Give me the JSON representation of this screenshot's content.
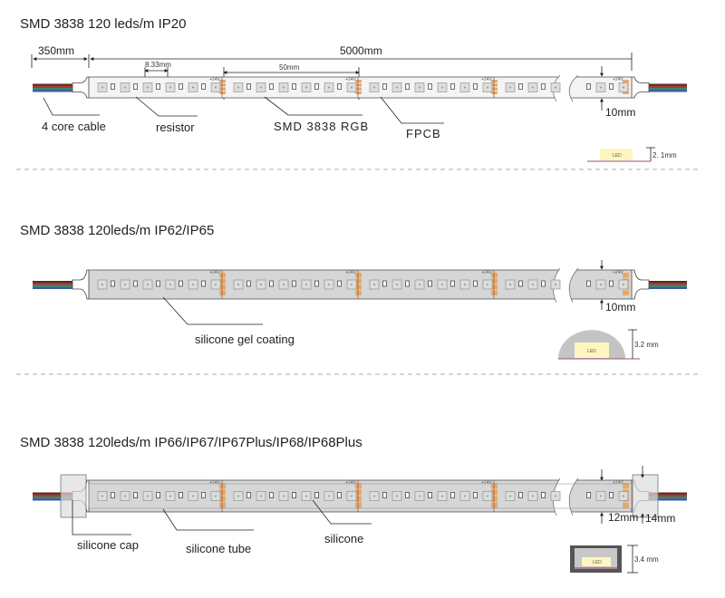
{
  "sections": [
    {
      "title": "SMD 3838  120 leds/m IP20",
      "dims": {
        "cable_length": "350mm",
        "strip_length": "5000mm",
        "led_pitch": "8.33mm",
        "cut_unit": "50mm",
        "width": "10mm",
        "height": "2. 1mm"
      },
      "labels": {
        "cable": "4 core cable",
        "resistor": "resistor",
        "led": "SMD  3838  RGB",
        "fpcb": "FPCB"
      },
      "cross_section_led": "LED"
    },
    {
      "title": "SMD 3838  120leds/m IP62/IP65",
      "dims": {
        "width": "10mm",
        "height": "3.2 mm"
      },
      "labels": {
        "coating": "silicone gel coating"
      },
      "cross_section_led": "LED"
    },
    {
      "title": "SMD 3838  120leds/m IP66/IP67/IP67Plus/IP68/IP68Plus",
      "dims": {
        "width": "12mm",
        "cap_width": "14mm",
        "height": "3.4 mm"
      },
      "labels": {
        "cap": "silicone cap",
        "tube": "silicone tube",
        "silicone": "silicone"
      },
      "cross_section_led": "LED"
    }
  ],
  "pad_labels": {
    "plus": "+24V",
    "minus": "-"
  },
  "colors": {
    "pad": "#e8a868",
    "strip": "#f4f4f4",
    "silicone": "#d6d6d6",
    "led": "#fdf6c0",
    "wire_red": "#b0342e",
    "wire_brown": "#5a2a20",
    "wire_green": "#3a8a6a",
    "wire_blue": "#3a5aa0"
  }
}
